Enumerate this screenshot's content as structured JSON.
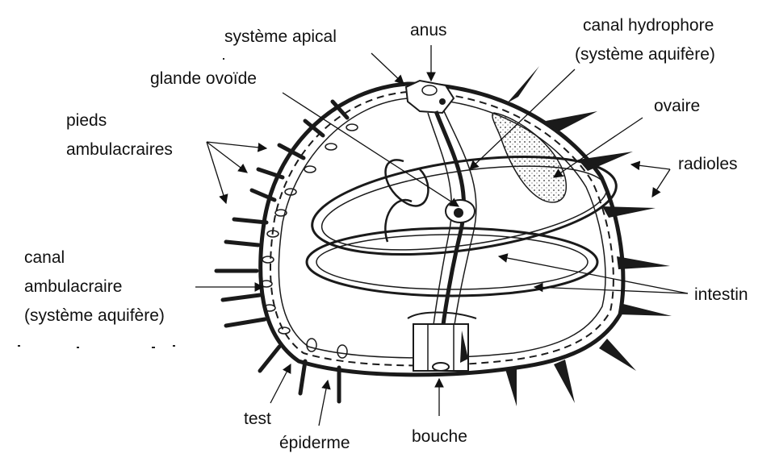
{
  "labels": {
    "systeme_apical": "système apical",
    "anus": "anus",
    "canal_hydrophore_1": "canal hydrophore",
    "canal_hydrophore_2": "(système aquifère)",
    "glande_ovoide": "glande ovoïde",
    "pieds_1": "pieds",
    "pieds_2": "ambulacraires",
    "ovaire": "ovaire",
    "radioles": "radioles",
    "canal_amb_1": "canal",
    "canal_amb_2": "ambulacraire",
    "canal_amb_3": "(système aquifère)",
    "intestin": "intestin",
    "test": "test",
    "epiderme": "épiderme",
    "bouche": "bouche"
  }
}
